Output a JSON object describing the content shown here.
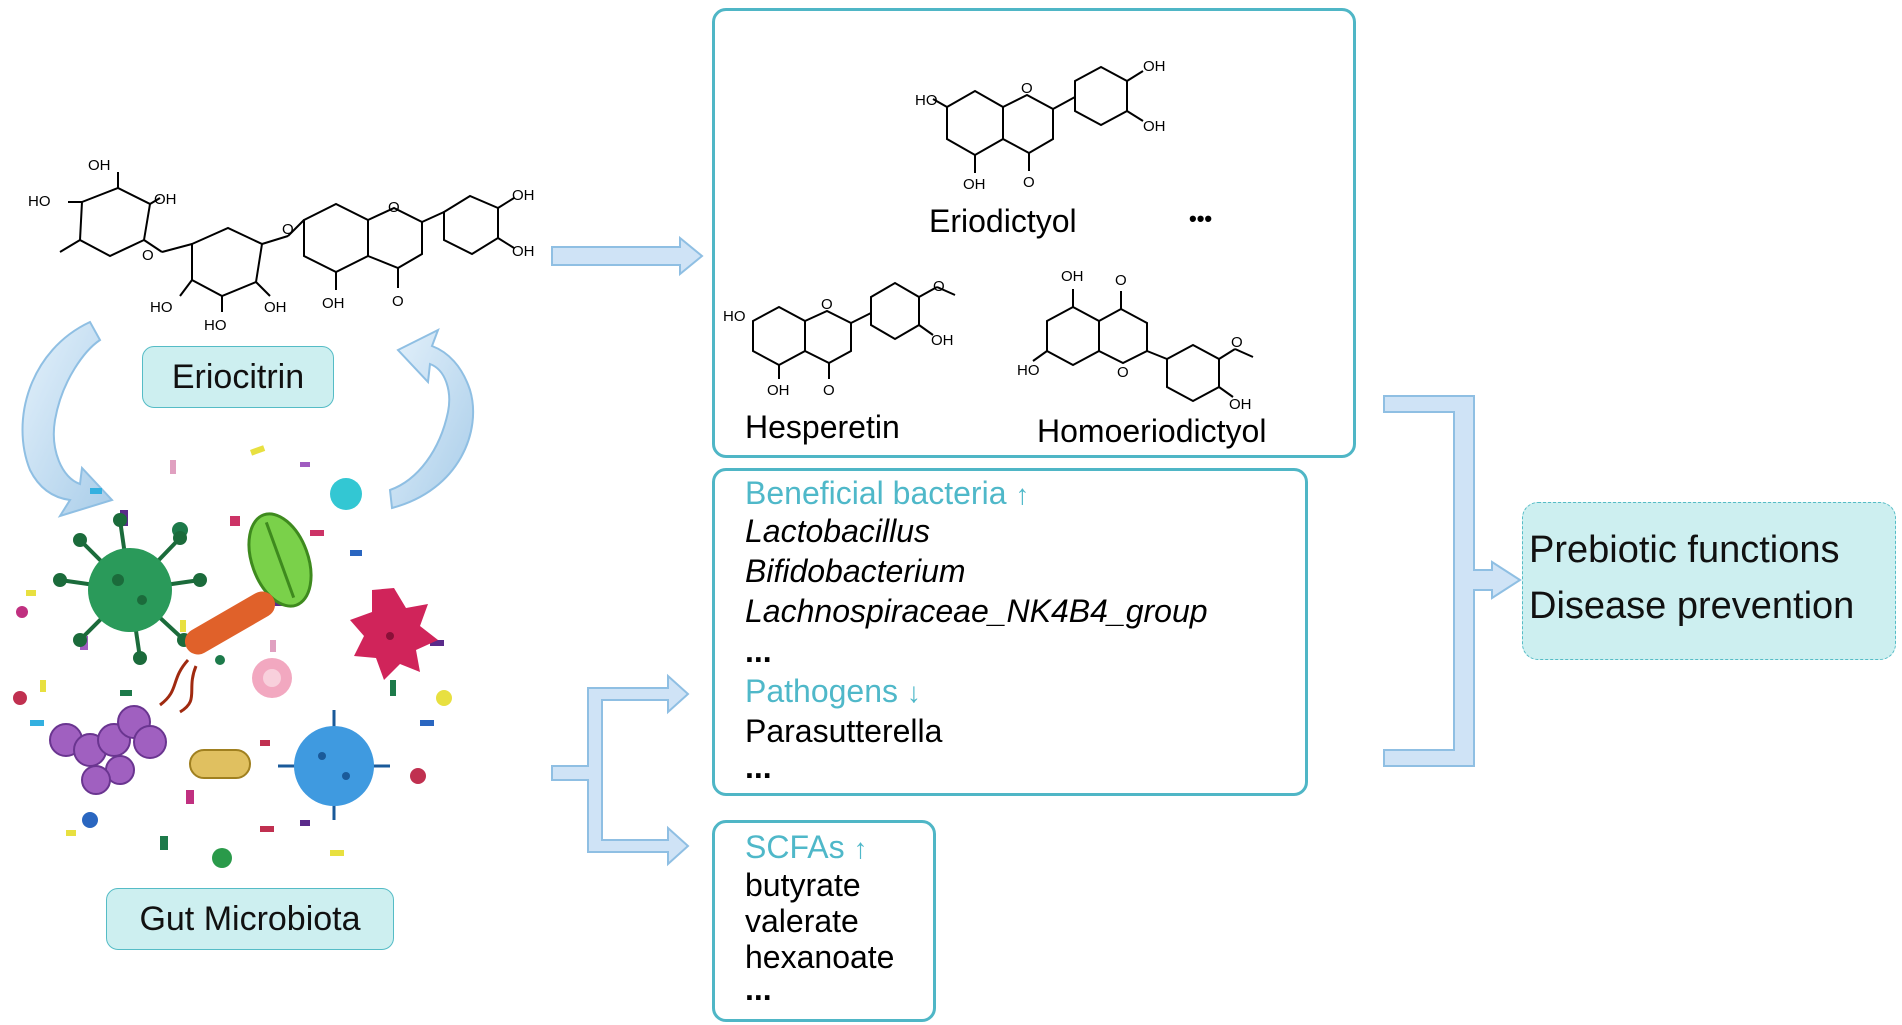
{
  "left": {
    "eriocitrin_label": "Eriocitrin",
    "microbiota_label": "Gut Microbiota"
  },
  "metabolites_box": {
    "eriodictyol": "Eriodictyol",
    "ellipsis": "•••",
    "hesperetin": "Hesperetin",
    "homoeriodictyol": "Homoeriodictyol"
  },
  "bacteria_box": {
    "beneficial_title": "Beneficial bacteria",
    "beneficial_arrow": "↑",
    "beneficial_items": [
      "Lactobacillus",
      "Bifidobacterium",
      "Lachnospiraceae_NK4B4_group"
    ],
    "beneficial_more": "...",
    "pathogens_title": "Pathogens",
    "pathogens_arrow": "↓",
    "pathogens_items": [
      "Parasutterella"
    ],
    "pathogens_more": "..."
  },
  "scfa_box": {
    "title": "SCFAs",
    "arrow": "↑",
    "items": [
      "butyrate",
      "valerate",
      "hexanoate"
    ],
    "more": "..."
  },
  "outcome": {
    "line1": "Prebiotic functions",
    "line2": "Disease prevention"
  },
  "chem_labels": {
    "oh": "OH",
    "ho": "HO",
    "o": "O"
  }
}
